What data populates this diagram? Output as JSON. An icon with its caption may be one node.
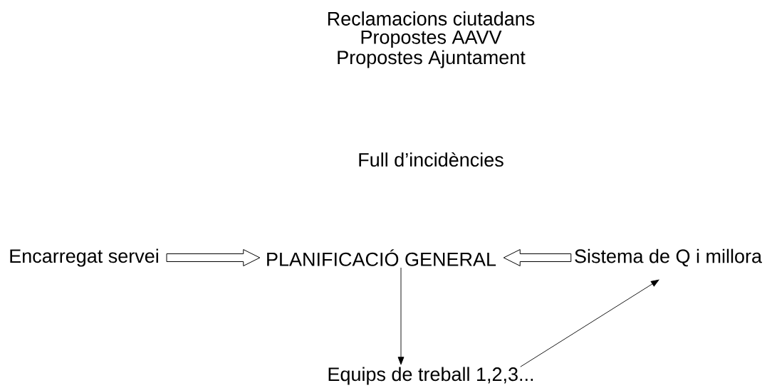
{
  "diagram": {
    "nodes": [
      {
        "text": [
          "Encarregat servei"
        ]
      },
      {
        "text": [
          "PLANIFICACIÓ GENERAL"
        ]
      },
      {
        "text": [
          "Sistema de Q i millora"
        ]
      },
      {
        "text": [
          "Equips de treball 1,2,3..."
        ]
      }
    ],
    "edges": [
      {
        "from": 0,
        "to": 1,
        "arrow": "to",
        "style": "thick"
      },
      {
        "from": 2,
        "to": 1,
        "arrow": "to",
        "style": "thick"
      },
      {
        "from": 1,
        "to": 3,
        "arrow": "to"
      },
      {
        "from": 3,
        "to": 2,
        "arrow": "to"
      }
    ],
    "labels": [
      "Reclamacions ciutadans",
      "Propostes AAVV",
      "Propostes Ajuntament",
      "Full d’incidències"
    ]
  }
}
